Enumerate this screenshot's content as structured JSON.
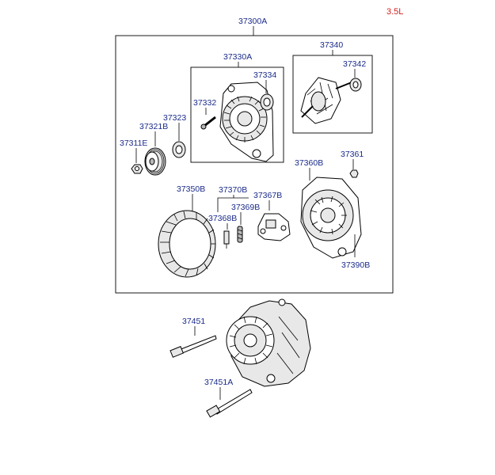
{
  "engine": {
    "label": "3.5L",
    "color": "#d11f1f"
  },
  "label_color": "#1a2a8a",
  "labels": {
    "assembly": "37300A",
    "bracket_assy": "37330A",
    "rotor_assy": "37340",
    "bolt_37332": "37332",
    "bearing_37334": "37334",
    "bearing_37342": "37342",
    "spacer": "37323",
    "pulley": "37321B",
    "nut": "37311E",
    "rear_bracket": "37360B",
    "nut_37361": "37361",
    "stator": "37350B",
    "brush_holder_assy": "37370B",
    "brush": "37369B",
    "spring": "37368B",
    "regulator": "37367B",
    "rear_cover": "37390B",
    "bolt_long": "37451",
    "bolt_long_a": "37451A"
  }
}
